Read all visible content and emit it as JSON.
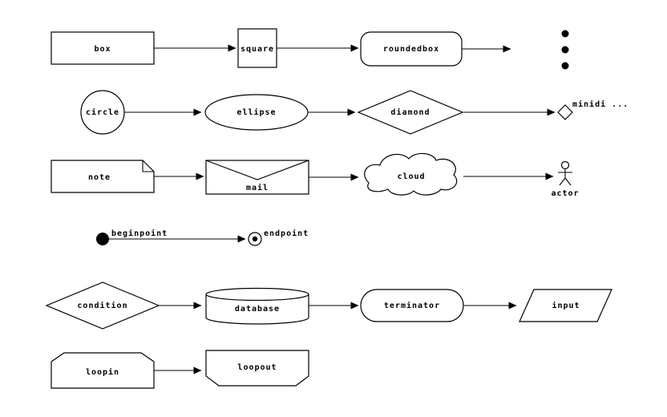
{
  "diagram": {
    "labels": {
      "box": "box",
      "square": "square",
      "roundedbox": "roundedbox",
      "circle": "circle",
      "ellipse": "ellipse",
      "diamond": "diamond",
      "minidiamond": "minidi ...",
      "note": "note",
      "mail": "mail",
      "cloud": "cloud",
      "actor": "actor",
      "beginpoint": "beginpoint",
      "endpoint": "endpoint",
      "condition": "condition",
      "database": "database",
      "terminator": "terminator",
      "input": "input",
      "loopin": "loopin",
      "loopout": "loopout"
    },
    "colors": {
      "stroke": "#000000",
      "fill": "#ffffff",
      "text": "#000000",
      "background": "#ffffff"
    }
  }
}
